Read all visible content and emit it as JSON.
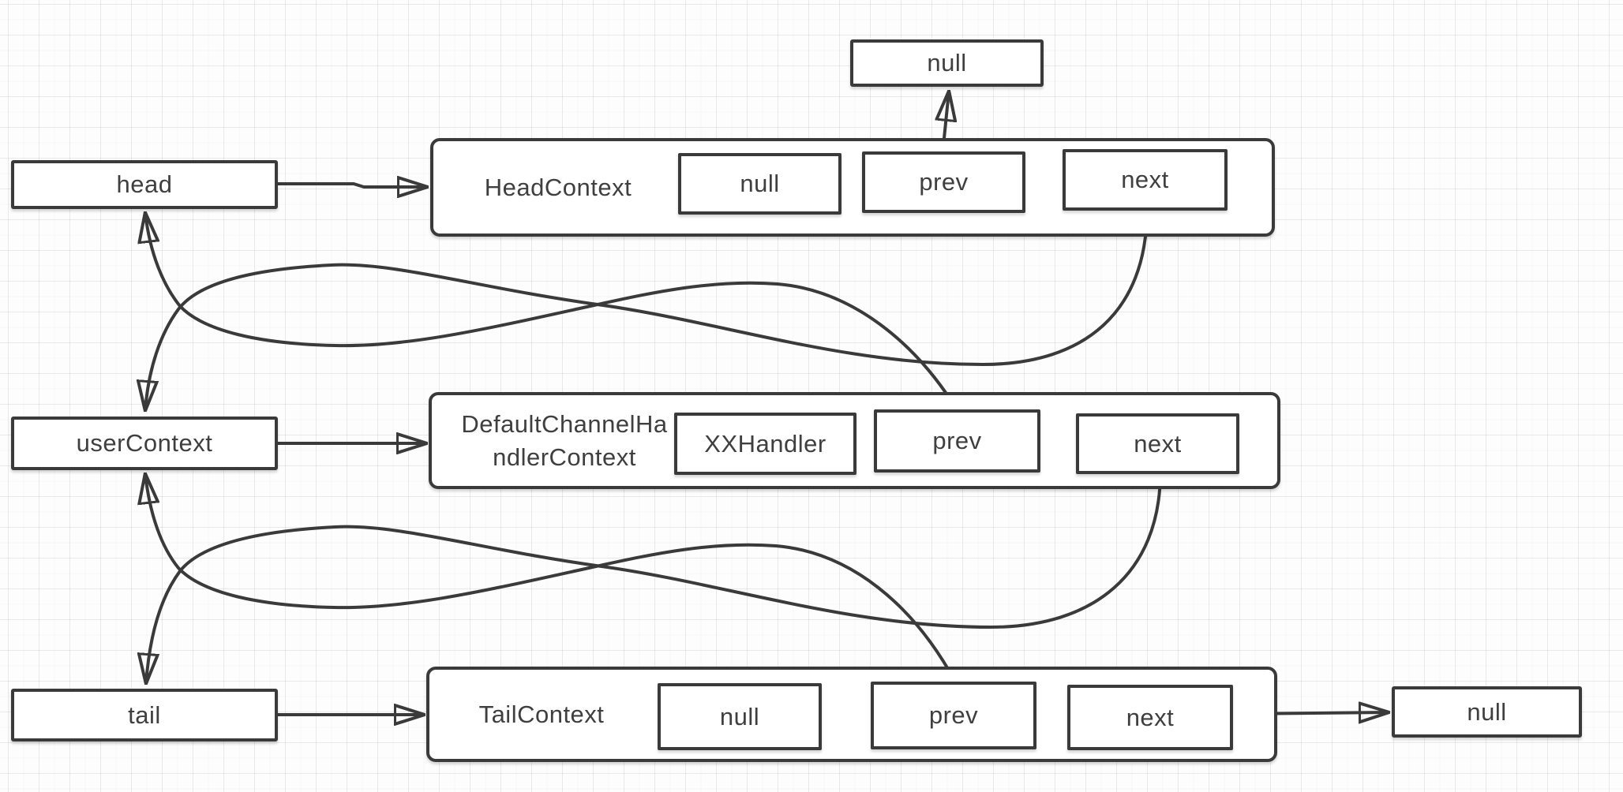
{
  "diagram_type": "doubly-linked-list pipeline diagram",
  "colors": {
    "stroke": "#3a3a3a",
    "box_fill": "#ffffff",
    "text": "#3f3f3f",
    "background": "#fdfdfd",
    "grid_line": "#ececec"
  },
  "nodes": {
    "head_ref": {
      "label": "head"
    },
    "user_ref": {
      "label": "userContext"
    },
    "tail_ref": {
      "label": "tail"
    },
    "null_top": {
      "label": "null"
    },
    "null_right": {
      "label": "null"
    },
    "head_context": {
      "title": "HeadContext",
      "handler": "null",
      "prev_label": "prev",
      "next_label": "next"
    },
    "default_handler_context": {
      "title_full": "DefaultChannelHandlerContext",
      "title_line1": "DefaultChannelHa",
      "title_line2": "ndlerContext",
      "handler": "XXHandler",
      "prev_label": "prev",
      "next_label": "next"
    },
    "tail_context": {
      "title": "TailContext",
      "handler": "null",
      "prev_label": "prev",
      "next_label": "next"
    }
  },
  "connections": [
    {
      "from": "head",
      "to": "HeadContext",
      "style": "straight-arrow"
    },
    {
      "from": "userContext",
      "to": "DefaultChannelHandlerContext",
      "style": "straight-arrow"
    },
    {
      "from": "tail",
      "to": "TailContext",
      "style": "straight-arrow"
    },
    {
      "from": "HeadContext.prev",
      "to": "null",
      "style": "straight-arrow"
    },
    {
      "from": "TailContext.next",
      "to": "null",
      "style": "straight-arrow"
    },
    {
      "from": "HeadContext.next",
      "to": "userContext",
      "style": "curved-arrow"
    },
    {
      "from": "DefaultChannelHandlerContext.prev",
      "to": "head",
      "style": "curved-arrow"
    },
    {
      "from": "DefaultChannelHandlerContext.next",
      "to": "tail",
      "style": "curved-arrow"
    },
    {
      "from": "TailContext.prev",
      "to": "userContext",
      "style": "curved-arrow"
    }
  ]
}
